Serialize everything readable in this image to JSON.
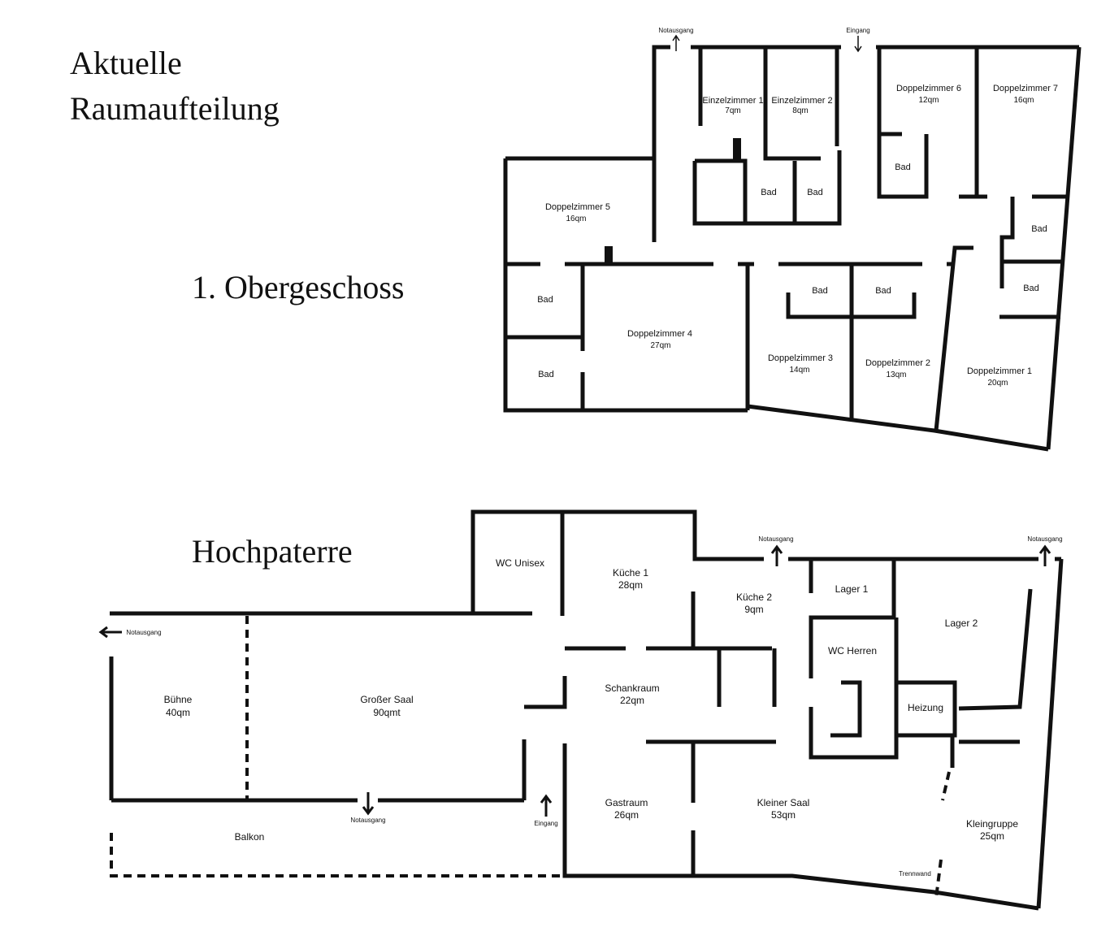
{
  "titles": {
    "line1": "Aktuelle",
    "line2": "Raumaufteilung",
    "upper_floor": "1. Obergeschoss",
    "ground_floor": "Hochpaterre"
  },
  "upper_floor": {
    "notausgang": "Notausgang",
    "eingang": "Eingang",
    "ez1": {
      "name": "Einzelzimmer 1",
      "area": "7qm"
    },
    "ez2": {
      "name": "Einzelzimmer 2",
      "area": "8qm"
    },
    "dz6": {
      "name": "Doppelzimmer 6",
      "area": "12qm"
    },
    "dz7": {
      "name": "Doppelzimmer 7",
      "area": "16qm"
    },
    "dz5": {
      "name": "Doppelzimmer 5",
      "area": "16qm"
    },
    "dz4": {
      "name": "Doppelzimmer 4",
      "area": "27qm"
    },
    "dz3": {
      "name": "Doppelzimmer 3",
      "area": "14qm"
    },
    "dz2": {
      "name": "Doppelzimmer 2",
      "area": "13qm"
    },
    "dz1": {
      "name": "Doppelzimmer 1",
      "area": "20qm"
    },
    "bad": "Bad"
  },
  "ground_floor": {
    "wc_unisex": "WC Unisex",
    "kueche1": {
      "name": "Küche 1",
      "area": "28qm"
    },
    "kueche2": {
      "name": "Küche 2",
      "area": "9qm"
    },
    "lager1": "Lager 1",
    "lager2": "Lager 2",
    "wc_herren": "WC Herren",
    "heizung": "Heizung",
    "schankraum": {
      "name": "Schankraum",
      "area": "22qm"
    },
    "buehne": {
      "name": "Bühne",
      "area": "40qm"
    },
    "grosser_saal": {
      "name": "Großer Saal",
      "area": "90qmt"
    },
    "gastraum": {
      "name": "Gastraum",
      "area": "26qm"
    },
    "kleiner_saal": {
      "name": "Kleiner Saal",
      "area": "53qm"
    },
    "kleingruppe": {
      "name": "Kleingruppe",
      "area": "25qm"
    },
    "balkon": "Balkon",
    "notausgang": "Notausgang",
    "eingang": "Eingang",
    "trennwand": "Trennwand"
  }
}
